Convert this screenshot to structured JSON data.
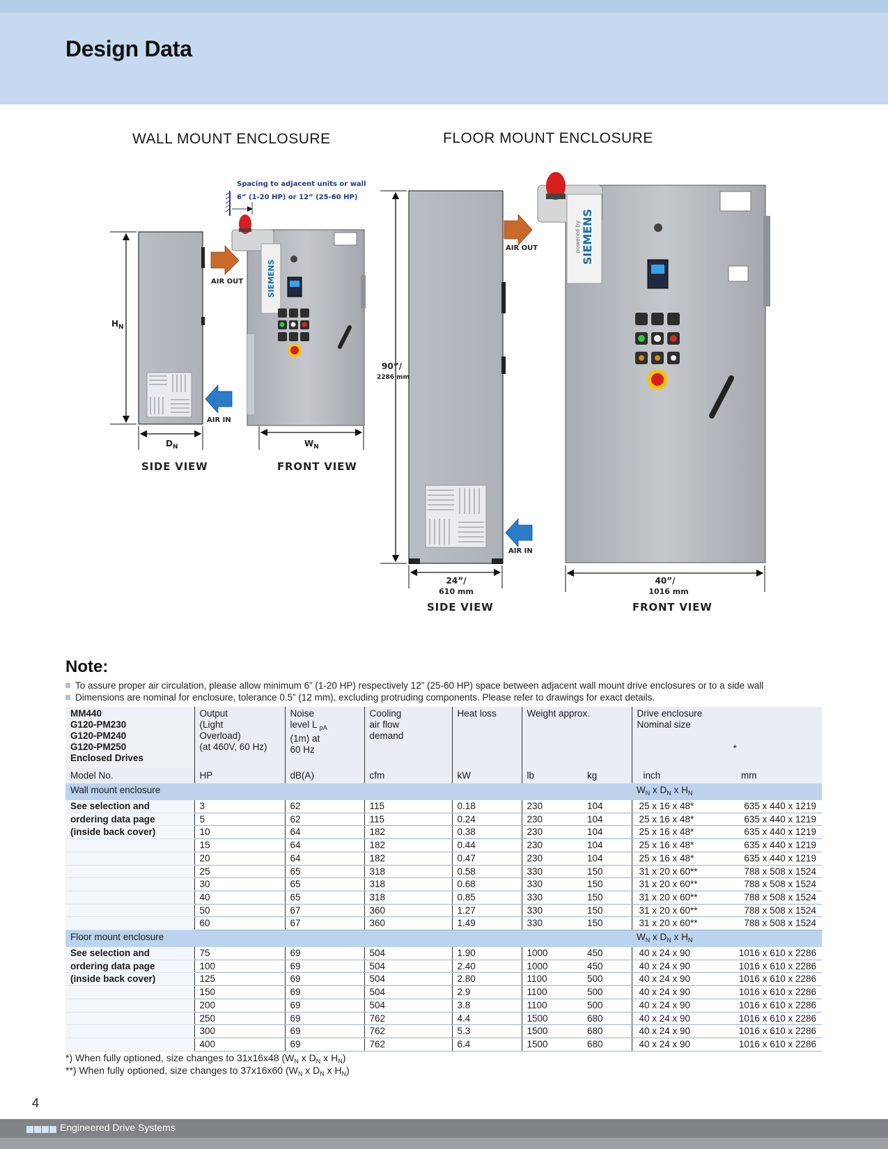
{
  "header": {
    "title": "Design Data"
  },
  "figures": {
    "wall": {
      "title": "WALL MOUNT ENCLOSURE",
      "spacing_note_line1": "Spacing to adjacent units or wall",
      "spacing_note_line2": "6” (1-20 HP) or 12” (25-60 HP)",
      "air_out": "AIR OUT",
      "air_in": "AIR IN",
      "height_symbol": "H",
      "height_sub": "N",
      "depth_symbol": "D",
      "depth_sub": "N",
      "width_symbol": "W",
      "width_sub": "N",
      "side_view": "SIDE VIEW",
      "front_view": "FRONT VIEW",
      "brand_text": "SIEMENS"
    },
    "floor": {
      "title": "FLOOR MOUNT ENCLOSURE",
      "air_out": "AIR OUT",
      "air_in": "AIR IN",
      "height_dim": "90”/",
      "height_dim_mm": "2286 mm",
      "depth_dim": "24”/",
      "depth_dim_mm": "610 mm",
      "width_dim": "40”/",
      "width_dim_mm": "1016 mm",
      "side_view": "SIDE VIEW",
      "front_view": "FRONT VIEW",
      "brand_text": "SIEMENS",
      "brand_small": "powered by"
    }
  },
  "note": {
    "heading": "Note:",
    "items": [
      "To assure proper air circulation, please allow minimum 6” (1-20 HP) respectively 12” (25-60 HP) space between adjacent wall mount drive enclosures or to a side wall",
      "Dimensions are  nominal for enclosure, tolerance 0.5” (12 mm), excluding protruding components. Please refer to drawings for exact details."
    ]
  },
  "table": {
    "product_lines": [
      "MM440",
      "G120-PM230",
      "G120-PM240",
      "G120-PM250",
      "Enclosed Drives"
    ],
    "columns": {
      "output": [
        "Output",
        "(Light",
        "Overload)",
        "(at 460V, 60 Hz)"
      ],
      "noise_1": "Noise",
      "noise_2": "level L",
      "noise_2_sub": "pA",
      "noise_3": "(1m) at",
      "noise_4": "60 Hz",
      "cooling": [
        "Cooling",
        "air flow",
        "demand"
      ],
      "heat_loss": "Heat loss",
      "weight": "Weight approx.",
      "enclosure": [
        "Drive enclosure",
        "Nominal size"
      ],
      "enclosure_star": "*"
    },
    "units": {
      "model": "Model No.",
      "hp": "HP",
      "noise": "dB(A)",
      "cooling": "cfm",
      "heat": "kW",
      "lb": "lb",
      "kg": "kg",
      "inch": "inch",
      "mm": "mm"
    },
    "dims_symbol": {
      "w": "W",
      "d": "D",
      "h": "H",
      "sub": "N",
      "x": "x"
    },
    "sections": [
      {
        "name": "Wall mount enclosure",
        "first_col": [
          "See selection and",
          "ordering data page",
          "(inside back cover)"
        ],
        "rows": [
          {
            "hp": "3",
            "noise": "62",
            "cfm": "115",
            "kw": "0.18",
            "lb": "230",
            "kg": "104",
            "inch": "25 x 16 x 48*",
            "mm": "635 x 440 x 1219"
          },
          {
            "hp": "5",
            "noise": "62",
            "cfm": "115",
            "kw": "0.24",
            "lb": "230",
            "kg": "104",
            "inch": "25 x 16 x 48*",
            "mm": "635 x 440 x 1219"
          },
          {
            "hp": "10",
            "noise": "64",
            "cfm": "182",
            "kw": "0.38",
            "lb": "230",
            "kg": "104",
            "inch": "25 x 16 x 48*",
            "mm": "635 x 440 x 1219"
          },
          {
            "hp": "15",
            "noise": "64",
            "cfm": "182",
            "kw": "0.44",
            "lb": "230",
            "kg": "104",
            "inch": "25 x 16 x 48*",
            "mm": "635 x 440 x 1219"
          },
          {
            "hp": "20",
            "noise": "64",
            "cfm": "182",
            "kw": "0.47",
            "lb": "230",
            "kg": "104",
            "inch": "25 x 16 x 48*",
            "mm": "635 x 440 x 1219"
          },
          {
            "hp": "25",
            "noise": "65",
            "cfm": "318",
            "kw": "0.58",
            "lb": "330",
            "kg": "150",
            "inch": "31 x 20 x 60**",
            "mm": "788 x 508 x 1524"
          },
          {
            "hp": "30",
            "noise": "65",
            "cfm": "318",
            "kw": "0.68",
            "lb": "330",
            "kg": "150",
            "inch": "31 x 20 x 60**",
            "mm": "788 x 508 x 1524"
          },
          {
            "hp": "40",
            "noise": "65",
            "cfm": "318",
            "kw": "0.85",
            "lb": "330",
            "kg": "150",
            "inch": "31 x 20 x 60**",
            "mm": "788 x 508 x 1524"
          },
          {
            "hp": "50",
            "noise": "67",
            "cfm": "360",
            "kw": "1.27",
            "lb": "330",
            "kg": "150",
            "inch": "31 x 20 x 60**",
            "mm": "788 x 508 x 1524"
          },
          {
            "hp": "60",
            "noise": "67",
            "cfm": "360",
            "kw": "1.49",
            "lb": "330",
            "kg": "150",
            "inch": "31 x 20 x 60**",
            "mm": "788 x 508 x 1524"
          }
        ]
      },
      {
        "name": "Floor mount enclosure",
        "first_col": [
          "See selection and",
          "ordering data page",
          "(inside back cover)"
        ],
        "rows": [
          {
            "hp": "75",
            "noise": "69",
            "cfm": "504",
            "kw": "1.90",
            "lb": "1000",
            "kg": "450",
            "inch": "40 x 24 x 90",
            "mm": "1016 x 610 x 2286"
          },
          {
            "hp": "100",
            "noise": "69",
            "cfm": "504",
            "kw": "2.40",
            "lb": "1000",
            "kg": "450",
            "inch": "40 x 24 x 90",
            "mm": "1016 x 610 x 2286"
          },
          {
            "hp": "125",
            "noise": "69",
            "cfm": "504",
            "kw": "2.80",
            "lb": "1100",
            "kg": "500",
            "inch": "40 x 24 x 90",
            "mm": "1016 x 610 x 2286"
          },
          {
            "hp": "150",
            "noise": "69",
            "cfm": "504",
            "kw": "2.9",
            "lb": "1100",
            "kg": "500",
            "inch": "40 x 24 x 90",
            "mm": "1016 x 610 x 2286"
          },
          {
            "hp": "200",
            "noise": "69",
            "cfm": "504",
            "kw": "3.8",
            "lb": "1100",
            "kg": "500",
            "inch": "40 x 24 x 90",
            "mm": "1016 x 610 x 2286"
          },
          {
            "hp": "250",
            "noise": "69",
            "cfm": "762",
            "kw": "4.4",
            "lb": "1500",
            "kg": "680",
            "inch": "40 x 24 x 90",
            "mm": "1016 x 610 x 2286"
          },
          {
            "hp": "300",
            "noise": "69",
            "cfm": "762",
            "kw": "5.3",
            "lb": "1500",
            "kg": "680",
            "inch": "40 x 24 x 90",
            "mm": "1016 x 610 x 2286"
          },
          {
            "hp": "400",
            "noise": "69",
            "cfm": "762",
            "kw": "6.4",
            "lb": "1500",
            "kg": "680",
            "inch": "40 x 24 x 90",
            "mm": "1016 x 610 x 2286"
          }
        ]
      }
    ]
  },
  "footnotes": [
    {
      "prefix": "*) When fully optioned, size changes to 31x16x48 (W",
      "mid1": " x D",
      "mid2": " x H",
      "sub": "N",
      "end": ")"
    },
    {
      "prefix": "**) When fully optioned, size changes to 37x16x60 (W",
      "mid1": " x D",
      "mid2": " x H",
      "sub": "N",
      "end": ")"
    }
  ],
  "footer": {
    "page_number": "4",
    "text": "Engineered Drive Systems"
  },
  "colors": {
    "header_band": "#c6d9f0",
    "section_row": "#bcd3ee",
    "footer_band": "#808387",
    "air_out_arrow": "#c86a2a",
    "air_in_arrow": "#2a7cc8",
    "cabinet": "#b8bcc2"
  },
  "icons": [
    "air-out-arrow-icon",
    "air-in-arrow-icon",
    "warning-beacon-icon",
    "keypad-icon",
    "emergency-stop-icon",
    "disconnect-handle-icon",
    "vent-grille-icon"
  ]
}
